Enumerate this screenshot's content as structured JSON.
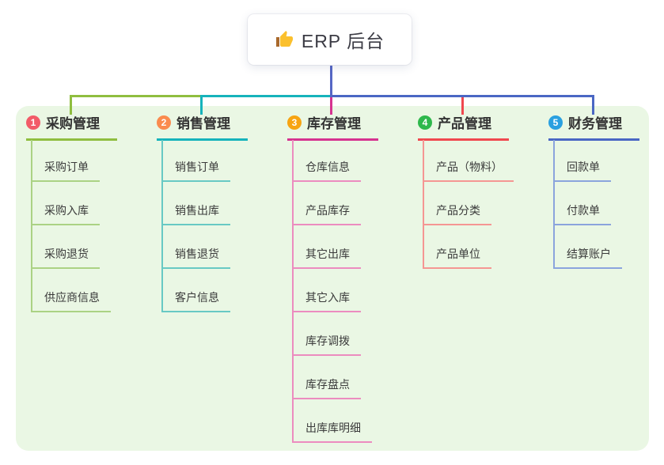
{
  "root": {
    "title": "ERP 后台",
    "icon": "thumbs-up-icon"
  },
  "branches": [
    {
      "number": "1",
      "label": "采购管理",
      "badge_color": "#f25b68",
      "line_color": "#8fbe3f",
      "child_line_color": "#abd284",
      "children": [
        "采购订单",
        "采购入库",
        "采购退货",
        "供应商信息"
      ]
    },
    {
      "number": "2",
      "label": "销售管理",
      "badge_color": "#fa8b4e",
      "line_color": "#16b3bb",
      "child_line_color": "#68c9c4",
      "children": [
        "销售订单",
        "销售出库",
        "销售退货",
        "客户信息"
      ]
    },
    {
      "number": "3",
      "label": "库存管理",
      "badge_color": "#f7a412",
      "line_color": "#d63390",
      "child_line_color": "#ec8cbf",
      "children": [
        "仓库信息",
        "产品库存",
        "其它出库",
        "其它入库",
        "库存调拨",
        "库存盘点",
        "出库库明细"
      ]
    },
    {
      "number": "4",
      "label": "产品管理",
      "badge_color": "#2eb84c",
      "line_color": "#f0484f",
      "child_line_color": "#f59693",
      "children": [
        "产品（物料）",
        "产品分类",
        "产品单位"
      ]
    },
    {
      "number": "5",
      "label": "财务管理",
      "badge_color": "#2aa0e0",
      "line_color": "#4a67c4",
      "child_line_color": "#8ba4dd",
      "children": [
        "回款单",
        "付款单",
        "结算账户"
      ]
    }
  ],
  "connectors": {
    "trunk_color": "#5667c5",
    "bus_colors": [
      "#8fbe3f",
      "#16b3bb",
      "#4a67c4"
    ]
  },
  "canvas": {
    "panel_color": "#eaf7e4",
    "background_color": "#ffffff"
  }
}
